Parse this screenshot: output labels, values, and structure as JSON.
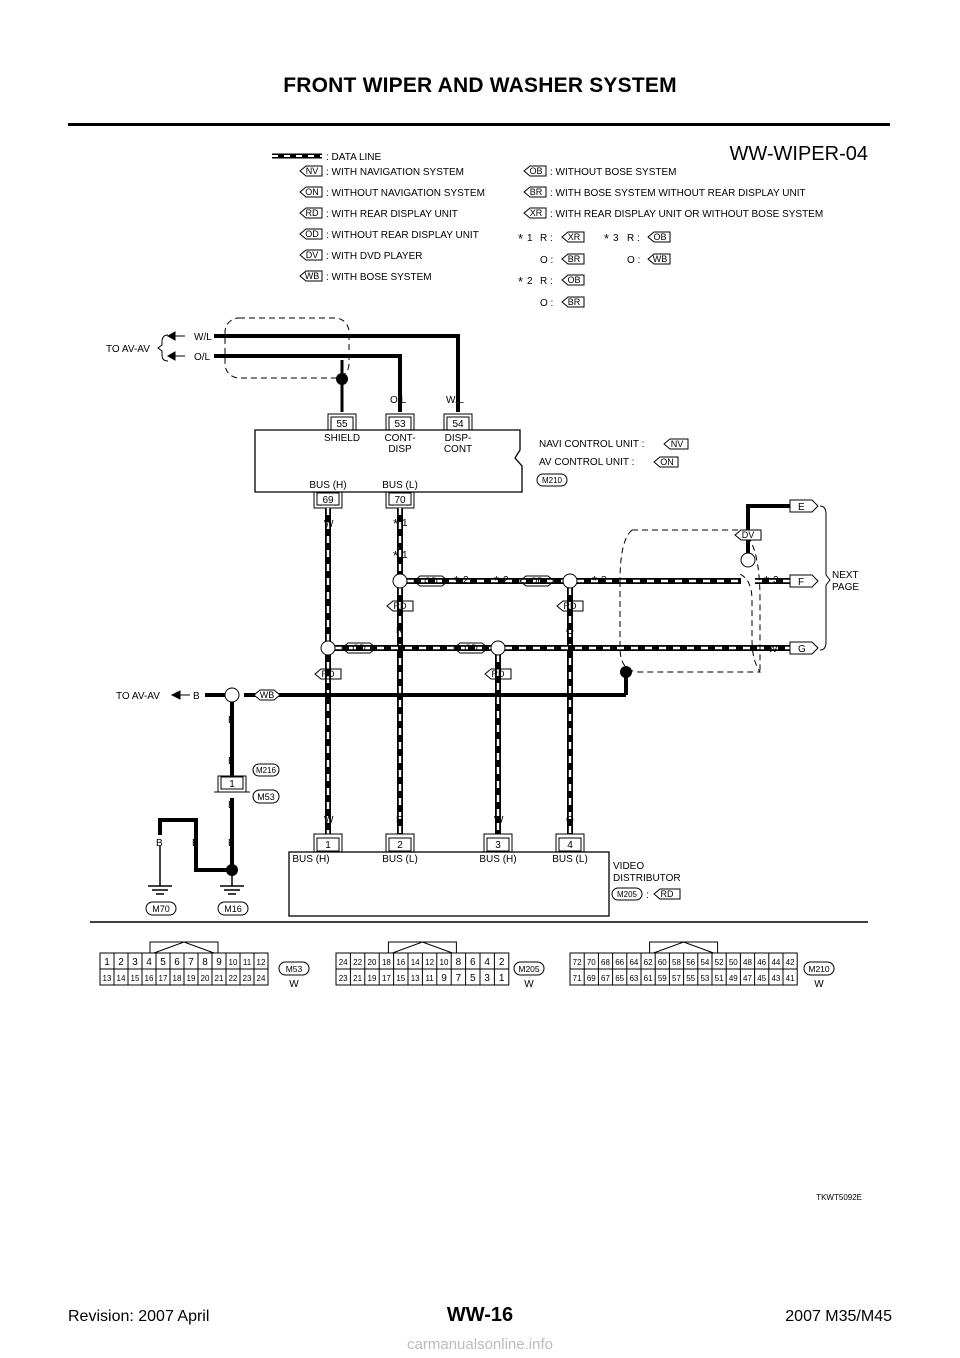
{
  "page_title": "FRONT WIPER AND WASHER SYSTEM",
  "diagram_code": "WW-WIPER-04",
  "figure_code": "TKWT5092E",
  "footer": {
    "revision": "Revision: 2007 April",
    "page": "WW-16",
    "model": "2007 M35/M45"
  },
  "watermark": "carmanualsonline.info",
  "legend": {
    "data_line": ": DATA LINE",
    "left": [
      {
        "code": "NV",
        "text": ": WITH NAVIGATION SYSTEM"
      },
      {
        "code": "ON",
        "text": ": WITHOUT NAVIGATION SYSTEM"
      },
      {
        "code": "RD",
        "text": ": WITH REAR DISPLAY UNIT"
      },
      {
        "code": "OD",
        "text": ": WITHOUT REAR DISPLAY UNIT"
      },
      {
        "code": "DV",
        "text": ": WITH DVD PLAYER"
      },
      {
        "code": "WB",
        "text": ": WITH BOSE SYSTEM"
      }
    ],
    "right": [
      {
        "code": "OB",
        "text": ": WITHOUT BOSE SYSTEM"
      },
      {
        "code": "BR",
        "text": ": WITH BOSE SYSTEM WITHOUT REAR DISPLAY UNIT"
      },
      {
        "code": "XR",
        "text": ": WITH REAR DISPLAY UNIT OR WITHOUT BOSE SYSTEM"
      }
    ],
    "notes": {
      "n1": "1",
      "n2": "2",
      "n3": "3",
      "r": "R :",
      "o": "O :",
      "n1_r": "XR",
      "n1_o": "BR",
      "n2_r": "OB",
      "n2_o": "BR",
      "n3_r": "OB",
      "n3_o": "WB"
    }
  },
  "labels": {
    "to_av_av": "TO AV-AV",
    "wl": "W/L",
    "ol": "O/L",
    "shield": "SHIELD",
    "cont1": "CONT-",
    "cont2": "DISP",
    "disp1": "DISP-",
    "disp2": "CONT",
    "bus_h": "BUS (H)",
    "bus_l": "BUS (L)",
    "navi_unit": "NAVI CONTROL UNIT :",
    "av_unit": "AV CONTROL UNIT :",
    "next1": "NEXT",
    "next2": "PAGE",
    "video1": "VIDEO",
    "video2": "DISTRIBUTOR",
    "w": "W",
    "r": "R",
    "o": "O",
    "b": "B",
    "e": "E",
    "f": "F",
    "g": "G",
    "colon": ":",
    "star": "*",
    "st1": "1",
    "st2": "2",
    "st3": "3"
  },
  "pins_top": [
    "55",
    "53",
    "54"
  ],
  "pins_bus": [
    "69",
    "70"
  ],
  "pins_vd": [
    "1",
    "2",
    "3",
    "4"
  ],
  "pin_m216": "1",
  "codes": {
    "nv": "NV",
    "on": "ON",
    "rd": "RD",
    "od": "OD",
    "dv": "DV",
    "wb": "WB",
    "m210": "M210",
    "m216": "M216",
    "m53": "M53",
    "m70": "M70",
    "m16": "M16",
    "m205": "M205"
  },
  "connectors": [
    {
      "id": "M53",
      "color": "W",
      "top": [
        "1",
        "2",
        "3",
        "4",
        "5",
        "6",
        "7",
        "8",
        "9",
        "10",
        "11",
        "12"
      ],
      "bottom": [
        "13",
        "14",
        "15",
        "16",
        "17",
        "18",
        "19",
        "20",
        "21",
        "22",
        "23",
        "24"
      ]
    },
    {
      "id": "M205",
      "color": "W",
      "top": [
        "24",
        "22",
        "20",
        "18",
        "16",
        "14",
        "12",
        "10",
        "8",
        "6",
        "4",
        "2"
      ],
      "bottom": [
        "23",
        "21",
        "19",
        "17",
        "15",
        "13",
        "11",
        "9",
        "7",
        "5",
        "3",
        "1"
      ]
    },
    {
      "id": "M210",
      "color": "W",
      "top": [
        "72",
        "70",
        "68",
        "66",
        "64",
        "62",
        "60",
        "58",
        "56",
        "54",
        "52",
        "50",
        "48",
        "46",
        "44",
        "42"
      ],
      "bottom": [
        "71",
        "69",
        "67",
        "65",
        "63",
        "61",
        "59",
        "57",
        "55",
        "53",
        "51",
        "49",
        "47",
        "45",
        "43",
        "41"
      ]
    }
  ]
}
